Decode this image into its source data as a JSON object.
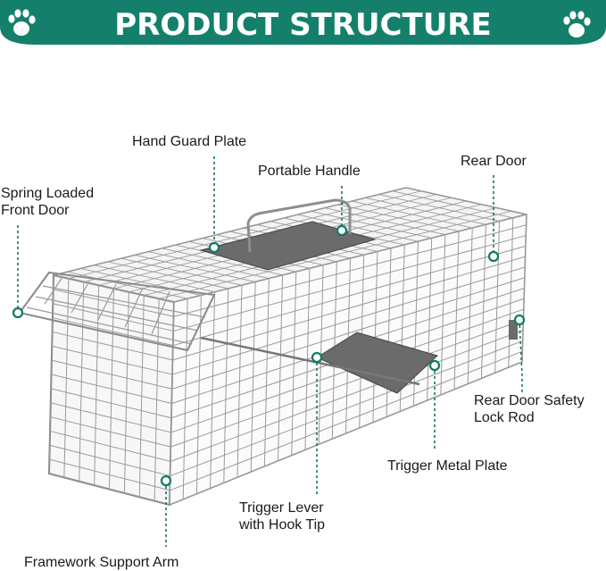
{
  "banner": {
    "title": "PRODUCT STRUCTURE",
    "bg": "#14806b",
    "text_color": "#ffffff"
  },
  "icons": [
    "paw-icon-left",
    "paw-icon-right"
  ],
  "labels": {
    "hand_guard": "Hand Guard Plate",
    "portable_handle": "Portable Handle",
    "rear_door": "Rear Door",
    "spring_door_1": "Spring Loaded",
    "spring_door_2": "Front Door",
    "rear_lock_1": "Rear Door Safety",
    "rear_lock_2": "Lock Rod",
    "trigger_plate": "Trigger Metal Plate",
    "trigger_lever_1": "Trigger Lever",
    "trigger_lever_2": "with Hook Tip",
    "framework_arm": "Framework Support Arm"
  },
  "colors": {
    "accent": "#0f7a63",
    "wire": "#8c8c8c",
    "plate": "#6b6b6b"
  }
}
